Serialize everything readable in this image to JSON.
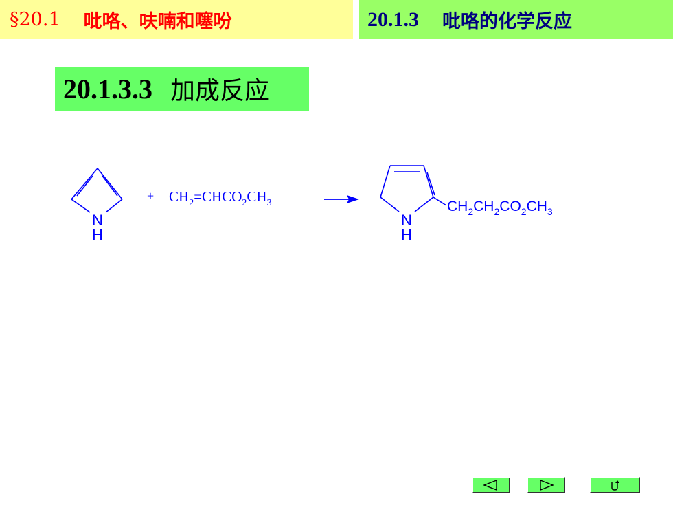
{
  "header": {
    "section_symbol": "§20.1",
    "section_title": "吡咯、呋喃和噻吩",
    "subsection_number": "20.1.3",
    "subsection_title": "吡咯的化学反应"
  },
  "subtitle": {
    "number": "20.1.3.3",
    "text": "加成反应"
  },
  "reaction": {
    "reactant1": {
      "N": "N",
      "H": "H"
    },
    "plus": "+",
    "reagent": {
      "a": "CH",
      "s1": "2",
      "b": "=CHCO",
      "s2": "2",
      "c": "CH",
      "s3": "3"
    },
    "product": {
      "N": "N",
      "H": "H",
      "a": "CH",
      "s1": "2",
      "b": "CH",
      "s2": "2",
      "c": "CO",
      "s3": "2",
      "d": "CH",
      "s4": "3"
    }
  },
  "colors": {
    "header_left_bg": "#ffff99",
    "header_left_text": "#ff0000",
    "header_right_bg": "#99ff66",
    "header_right_text": "#000080",
    "subtitle_bg": "#66ff66",
    "structure": "#0000ff"
  },
  "nav": {
    "prev_icon": "triangle-left-icon",
    "next_icon": "triangle-right-icon",
    "return_icon": "return-arrow-icon"
  }
}
